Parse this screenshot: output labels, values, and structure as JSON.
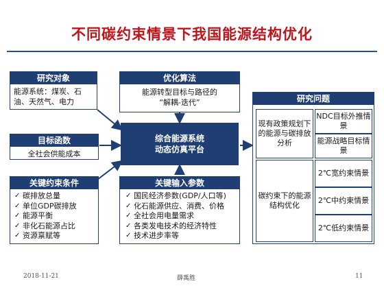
{
  "title": "不同碳约束情景下我国能源结构优化",
  "research_object": {
    "header": "研究对象",
    "body": "能源系统：煤炭、石油、天然气、电力"
  },
  "optimization": {
    "header": "优化算法",
    "line1": "能源转型目标与路径的",
    "line2": "“解耦-迭代”"
  },
  "objective": {
    "header": "目标函数",
    "body": "全社会供能成本"
  },
  "center": {
    "line1": "综合能源系统",
    "line2": "动态仿真平台"
  },
  "constraints": {
    "header": "关键约束条件",
    "items": [
      "碳排放总量",
      "单位GDP碳排放",
      "能源平衡",
      "非化石能源占比",
      "资源禀赋等"
    ]
  },
  "inputs": {
    "header": "关键输入参数",
    "items": [
      "国民经济参数(GDP/人口等)",
      "化石能源供应、消费、价格",
      "全社会用电量需求",
      "各类发电技术的经济特性",
      "技术进步率等"
    ]
  },
  "research_questions": {
    "header": "研究问题",
    "left_top": "现有政策规划下的能源与碳排放分析",
    "left_bottom": "碳约束下的能源结构优化",
    "right": [
      "NDC目标外推情景",
      "能源战略目标情景",
      "2℃宽约束情景",
      "2℃中约束情景",
      "2℃低约束情景"
    ]
  },
  "footer": {
    "date": "2018-11-21",
    "author": "薛禹胜",
    "page": "11"
  }
}
